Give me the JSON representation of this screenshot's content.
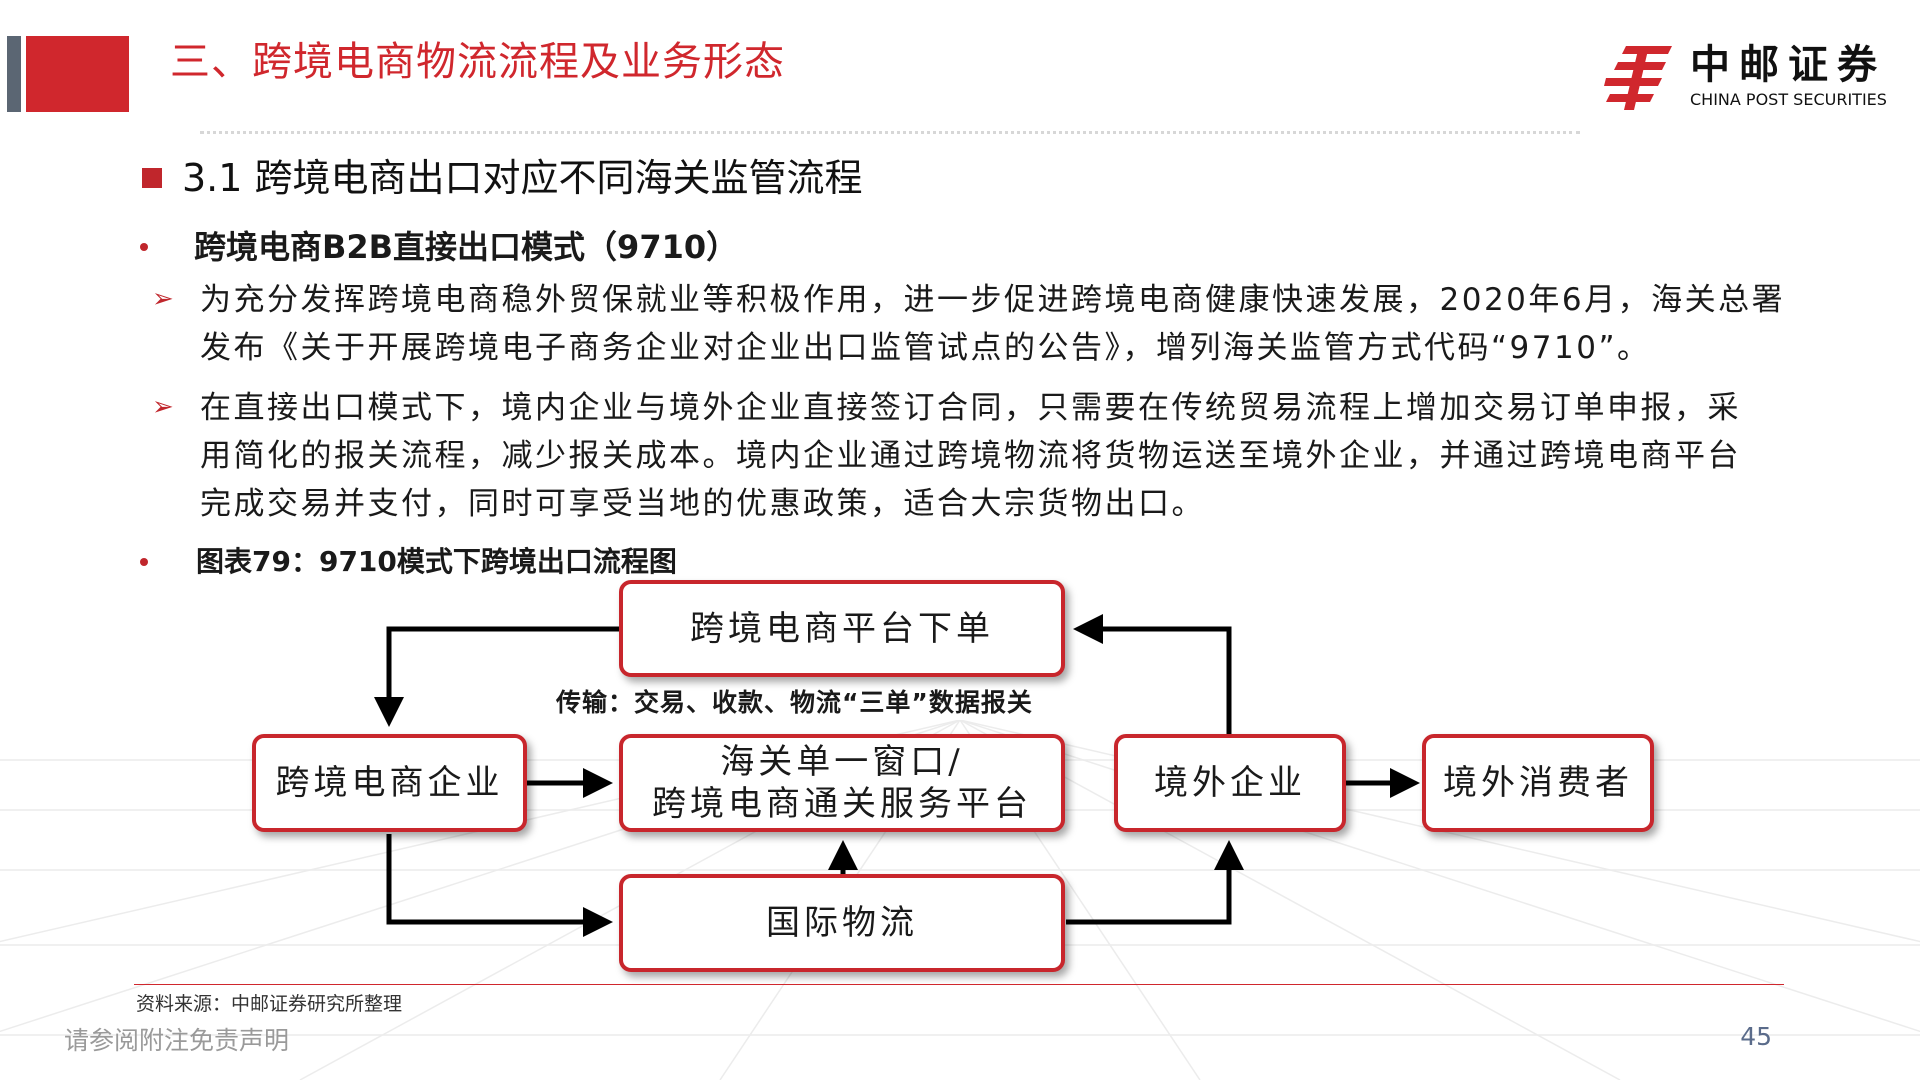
{
  "header": {
    "section_title": "三、跨境电商物流流程及业务形态",
    "logo_cn": "中邮证券",
    "logo_en": "CHINA POST SECURITIES",
    "brand_color": "#d0272d"
  },
  "subheading": "3.1 跨境电商出口对应不同海关监管流程",
  "bullet1": {
    "title": "跨境电商B2B直接出口模式（9710）",
    "points": [
      {
        "line1": "为充分发挥跨境电商稳外贸保就业等积极作用，进一步促进跨境电商健康快速发展，2020年6月，海关总署",
        "line2": "发布《关于开展跨境电子商务企业对企业出口监管试点的公告》，增列海关监管方式代码“9710”。"
      },
      {
        "line1": "在直接出口模式下，境内企业与境外企业直接签订合同，只需要在传统贸易流程上增加交易订单申报，采",
        "line2": "用简化的报关流程，减少报关成本。境内企业通过跨境物流将货物运送至境外企业，并通过跨境电商平台",
        "line3": "完成交易并支付，同时可享受当地的优惠政策，适合大宗货物出口。"
      }
    ]
  },
  "figure": {
    "title": "图表79：9710模式下跨境出口流程图",
    "nodes": {
      "platform": "跨境电商平台下单",
      "enterprise": "跨境电商企业",
      "customs_line1": "海关单一窗口/",
      "customs_line2": "跨境电商通关服务平台",
      "overseas": "境外企业",
      "consumer": "境外消费者",
      "logistics": "国际物流"
    },
    "note": "传输：交易、收款、物流“三单”数据报关"
  },
  "footer": {
    "source": "资料来源：中邮证券研究所整理",
    "disclaimer": "请参阅附注免责声明",
    "page": "45"
  }
}
